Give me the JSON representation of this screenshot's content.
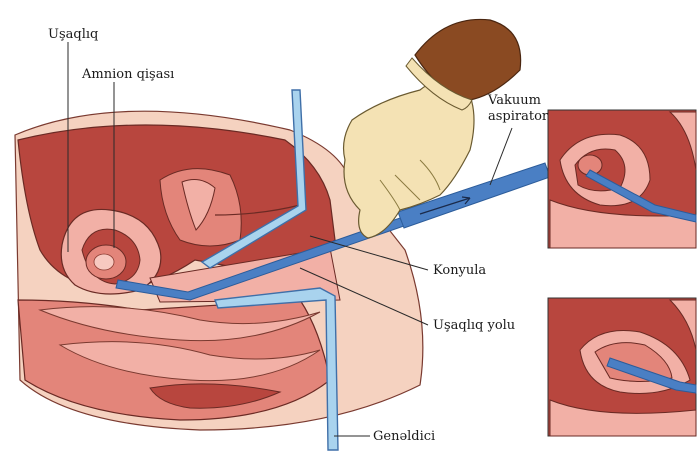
{
  "labels": {
    "uterus": "Uşaqlıq",
    "amnion": "Amnion qişası",
    "vacuum_line1": "Vakuum",
    "vacuum_line2": "aspirator",
    "cannula": "Konyula",
    "vagina": "Uşaqlıq yolu",
    "dilator": "Genəldici"
  },
  "colors": {
    "tissue_dark": "#b8463e",
    "tissue_mid": "#e3857a",
    "tissue_light": "#f2b0a6",
    "skin": "#f5d2c0",
    "instrument": "#4a7fc4",
    "instrument_light": "#a9d3ee",
    "glove": "#f4e2b4",
    "sleeve": "#8a4a22"
  }
}
